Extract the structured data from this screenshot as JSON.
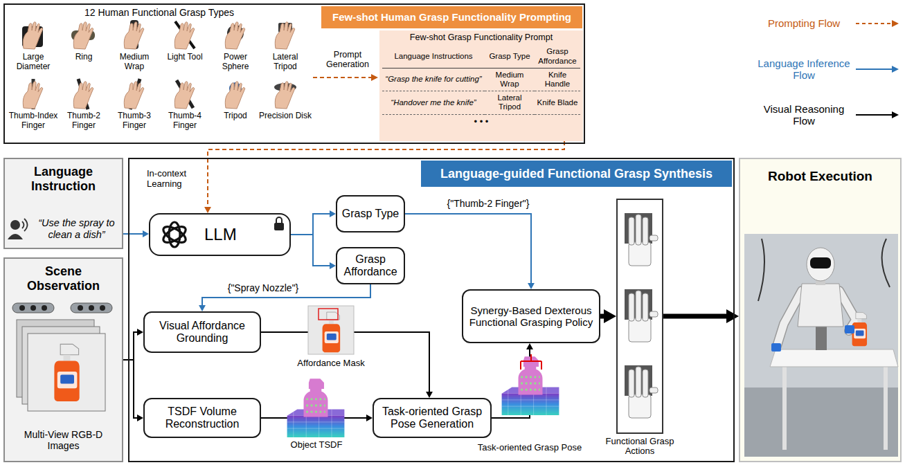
{
  "diagram": {
    "nodes": [
      {
        "text": [
          "Few-shot Human Grasp Functionality Prompting"
        ]
      },
      {
        "text": [
          "Few-shot Grasp Functionality Prompt"
        ],
        "in": 0
      },
      {
        "text": [
          "Language Instruction",
          "“Use the spray to clean a dish”"
        ]
      },
      {
        "text": [
          "Scene Observation",
          "Multi-View RGB-D Images"
        ]
      },
      {
        "text": [
          "Language-guided Functional Grasp Synthesis"
        ]
      },
      {
        "text": [
          "LLM"
        ],
        "in": 4
      },
      {
        "text": [
          "Grasp Type"
        ],
        "in": 4
      },
      {
        "text": [
          "Grasp Affordance"
        ],
        "in": 4
      },
      {
        "text": [
          "Visual Affordance Grounding"
        ],
        "in": 4
      },
      {
        "text": [
          "TSDF Volume Reconstruction"
        ],
        "in": 4
      },
      {
        "text": [
          "Synergy-Based Dexterous Functional Grasping Policy"
        ],
        "in": 4
      },
      {
        "text": [
          "Task-oriented Grasp Pose Generation"
        ],
        "in": 4
      },
      {
        "text": [
          "Functional Grasp Actions"
        ],
        "in": 4
      },
      {
        "text": [
          "Robot Execution"
        ]
      }
    ],
    "edges": [
      {
        "from": 1,
        "to": 5,
        "arrow": "to"
      },
      {
        "from": 2,
        "to": 5,
        "arrow": "to"
      },
      {
        "from": 5,
        "to": 6,
        "arrow": "to"
      },
      {
        "from": 5,
        "to": 7,
        "arrow": "to"
      },
      {
        "from": 3,
        "to": 8,
        "arrow": "to"
      },
      {
        "from": 3,
        "to": 9,
        "arrow": "to"
      },
      {
        "from": 6,
        "to": 10,
        "label": "{\"Thumb-2 Finger\"}",
        "arrow": "to"
      },
      {
        "from": 7,
        "to": 8,
        "label": "{\"Spray Nozzle\"}",
        "arrow": "to"
      },
      {
        "from": 8,
        "to": 11,
        "arrow": "to"
      },
      {
        "from": 9,
        "to": 11,
        "arrow": "to"
      },
      {
        "from": 11,
        "to": 10,
        "arrow": "to"
      },
      {
        "from": 10,
        "to": 12,
        "arrow": "to"
      },
      {
        "from": 12,
        "to": 13,
        "arrow": "to"
      }
    ],
    "labels": [
      "12 Human Functional Grasp Types",
      "Large Diameter",
      "Ring",
      "Medium Wrap",
      "Light Tool",
      "Power Sphere",
      "Lateral Tripod",
      "Thumb-Index Finger",
      "Thumb-2 Finger",
      "Thumb-3 Finger",
      "Thumb-4 Finger",
      "Tripod",
      "Precision Disk",
      "Prompt Generation",
      "Language Instructions",
      "Grasp Type",
      "Grasp Affordance",
      "“Grasp the knife for cutting”",
      "Medium Wrap",
      "Knife Handle",
      "“Handover me the knife”",
      "Lateral Tripod",
      "Knife Blade",
      "• • •",
      "In-context Learning",
      "Affordance Mask",
      "Object TSDF",
      "Task-oriented Grasp Pose"
    ],
    "legend": [
      {
        "text": "Prompting Flow"
      },
      {
        "text": "Language Inference Flow"
      },
      {
        "text": "Visual Reasoning Flow"
      }
    ]
  }
}
